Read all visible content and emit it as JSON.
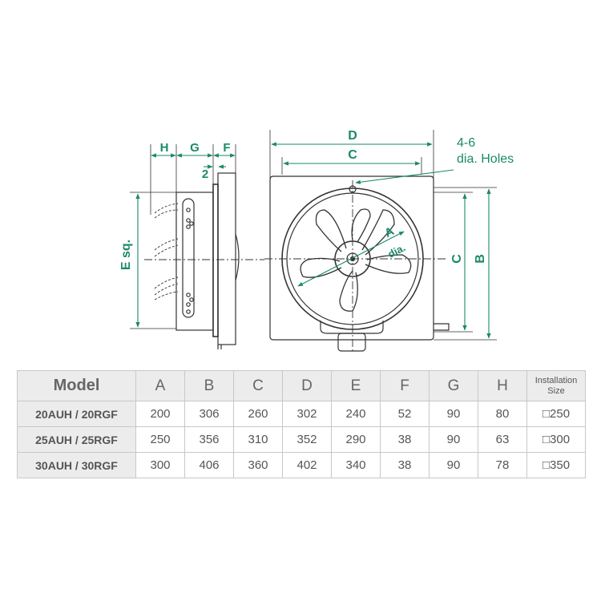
{
  "diagram": {
    "side_view_labels": {
      "h": "H",
      "g": "G",
      "f": "F",
      "two": "2",
      "e": "E sq."
    },
    "front_view_labels": {
      "d": "D",
      "c": "C",
      "a": "A",
      "dia": "dia.",
      "c_vert": "C",
      "b": "B"
    },
    "holes_note": {
      "line1": "4-6",
      "line2": "dia. Holes"
    },
    "dimension_color": "#1a8a6a",
    "line_color": "#333333"
  },
  "table": {
    "headers": {
      "model": "Model",
      "a": "A",
      "b": "B",
      "c": "C",
      "d": "D",
      "e": "E",
      "f": "F",
      "g": "G",
      "h": "H",
      "installation_line1": "Installation",
      "installation_line2": "Size"
    },
    "rows": [
      {
        "model": "20AUH / 20RGF",
        "a": "200",
        "b": "306",
        "c": "260",
        "d": "302",
        "e": "240",
        "f": "52",
        "g": "90",
        "h": "80",
        "size": "□250"
      },
      {
        "model": "25AUH / 25RGF",
        "a": "250",
        "b": "356",
        "c": "310",
        "d": "352",
        "e": "290",
        "f": "38",
        "g": "90",
        "h": "63",
        "size": "□300"
      },
      {
        "model": "30AUH / 30RGF",
        "a": "300",
        "b": "406",
        "c": "360",
        "d": "402",
        "e": "340",
        "f": "38",
        "g": "90",
        "h": "78",
        "size": "□350"
      }
    ]
  }
}
